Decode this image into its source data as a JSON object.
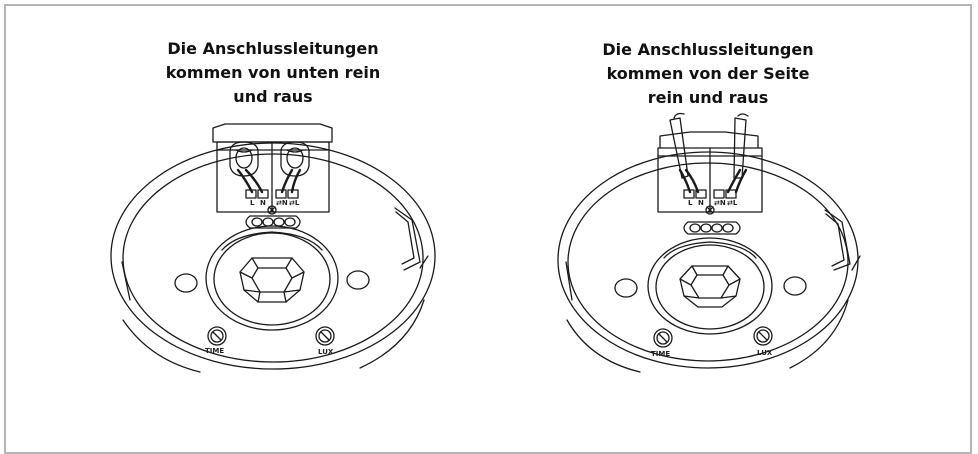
{
  "left": {
    "caption_lines": [
      "Die Anschlussleitungen",
      "kommen von unten rein",
      "und raus"
    ],
    "terminal_labels": [
      "L",
      "N",
      "⇄N",
      "⇄L"
    ],
    "knob_time": "TIME",
    "knob_lux": "LUX"
  },
  "right": {
    "caption_lines": [
      "Die Anschlussleitungen",
      "kommen von der Seite",
      "rein und raus"
    ],
    "terminal_labels": [
      "L",
      "N",
      "⇄N",
      "⇄L"
    ],
    "knob_time": "TIME",
    "knob_lux": "LUX"
  },
  "colors": {
    "line": "#1a1a1a",
    "frame": "#b4b4b4",
    "background": "#ffffff"
  }
}
